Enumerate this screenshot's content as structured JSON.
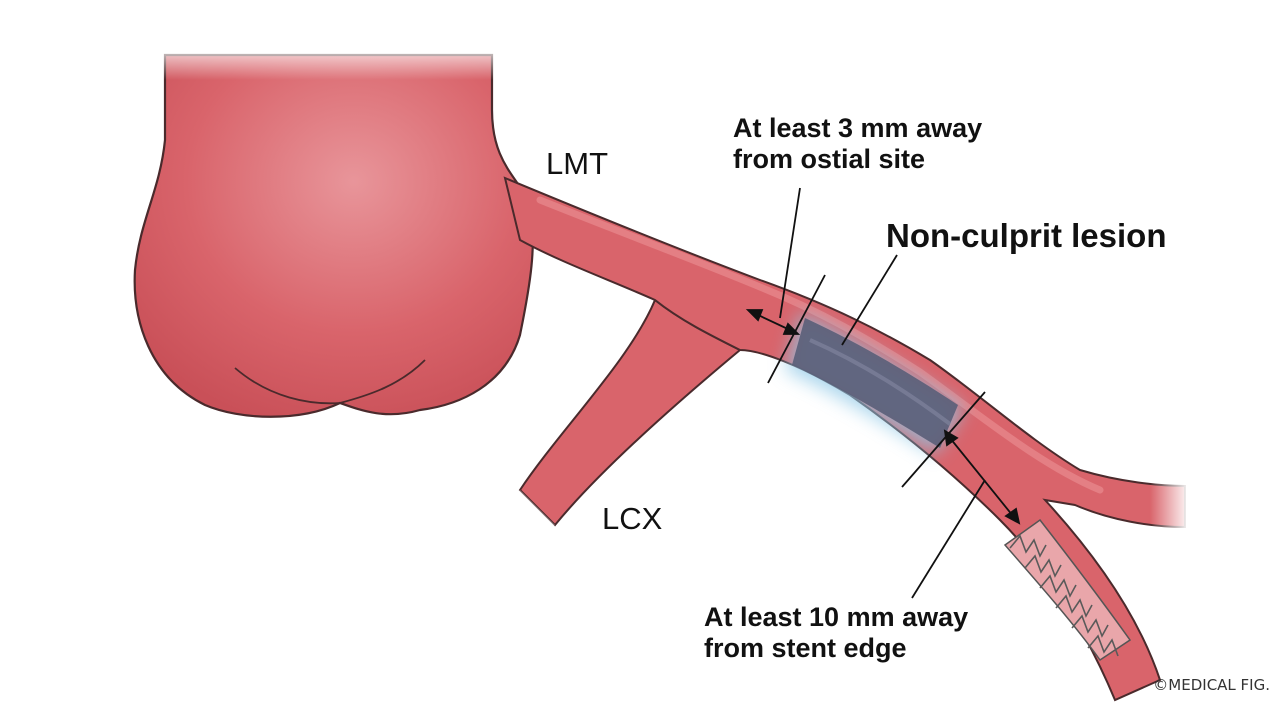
{
  "labels": {
    "lmt": "LMT",
    "lcx": "LCX",
    "ostial_line1": "At least 3 mm away",
    "ostial_line2": "from ostial site",
    "lesion": "Non-culprit lesion",
    "stent_line1": "At least 10 mm away",
    "stent_line2": "from stent edge"
  },
  "copyright": "©MEDICAL FIG.",
  "colors": {
    "vessel": "#d9646b",
    "vessel_highlight": "#e88a8f",
    "outline": "#4a2a2c",
    "lesion": "#5a5e78",
    "lesion_glow": "#8ec8e6",
    "annotation": "#111111"
  }
}
